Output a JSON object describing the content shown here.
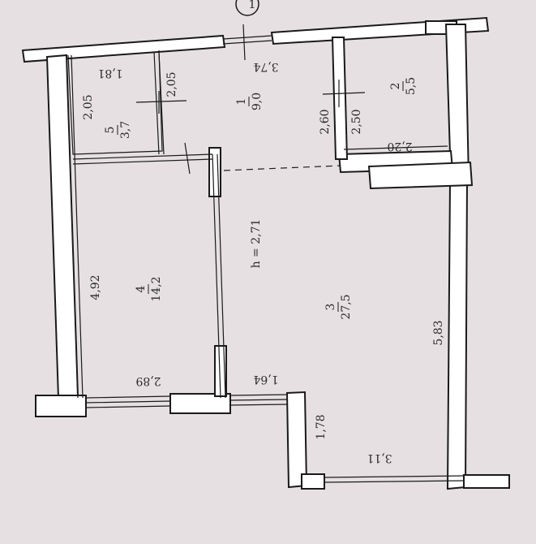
{
  "rooms": [
    {
      "id": "1",
      "area": "9,0"
    },
    {
      "id": "2",
      "area": "5,5"
    },
    {
      "id": "3",
      "area": "27,5"
    },
    {
      "id": "4",
      "area": "14,2"
    },
    {
      "id": "5",
      "area": "3,7"
    }
  ],
  "dims": {
    "d_3_74": "3,74",
    "d_1_81": "1,81",
    "d_2_05_a": "2,05",
    "d_2_05_b": "2,05",
    "d_2_60": "2,60",
    "d_2_50": "2,50",
    "d_2_20": "2,20",
    "d_4_92": "4,92",
    "d_2_89": "2,89",
    "d_1_64": "1,64",
    "d_1_78": "1,78",
    "d_5_83": "5,83",
    "d_3_11": "3,11",
    "height": "h = 2,71"
  },
  "axis_marker": "1",
  "colors": {
    "paper": "#e6e0e3",
    "wall": "#ffffff",
    "ink": "#1a1a1a"
  }
}
